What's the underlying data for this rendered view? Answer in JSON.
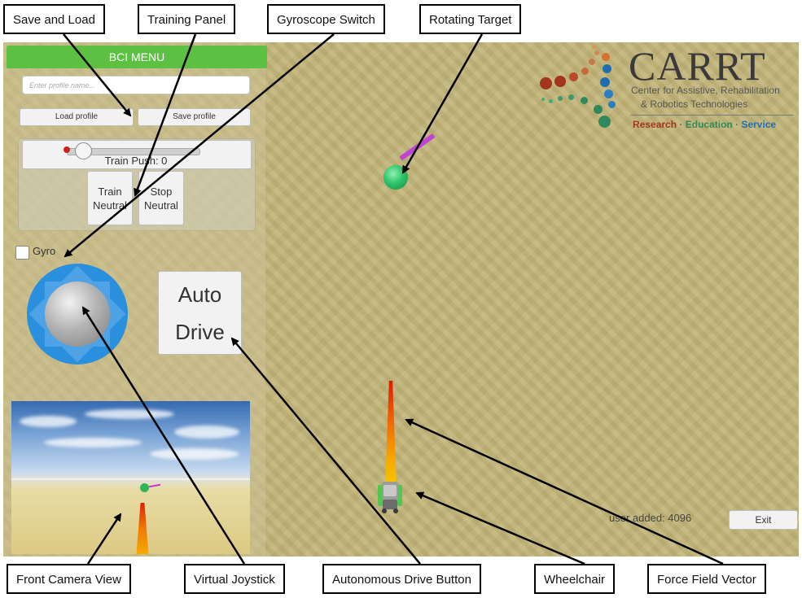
{
  "callouts": {
    "save_load": "Save and Load",
    "training_panel": "Training Panel",
    "gyro_switch": "Gyroscope Switch",
    "rotating_target": "Rotating Target",
    "front_camera": "Front Camera View",
    "virtual_joystick": "Virtual Joystick",
    "auto_drive_button": "Autonomous  Drive Button",
    "wheelchair": "Wheelchair",
    "force_field_vector": "Force Field Vector"
  },
  "bci_menu": {
    "title": "BCI MENU",
    "profile_placeholder": "Enter profile name...",
    "load_profile": "Load profile",
    "save_profile": "Save profile",
    "train_push": "Train Push: 0",
    "train_neutral": "Train Neutral",
    "stop_neutral": "Stop Neutral",
    "gyro_label": "Gyro",
    "gyro_checked": false
  },
  "auto_drive": {
    "line1": "Auto",
    "line2": "Drive"
  },
  "logo": {
    "title": "CARRT",
    "subtitle_line1": "Center for Assistive, Rehabilitation",
    "subtitle_line2": "& Robotics Technologies",
    "tag_research": "Research",
    "tag_education": "Education",
    "tag_service": "Service",
    "sep": "·"
  },
  "status": {
    "user_added": "user added: 4096"
  },
  "exit_label": "Exit",
  "colors": {
    "menu_green": "#5cc142",
    "joystick_blue": "#2a8fdc",
    "target_green": "#2fc46a",
    "arm_magenta": "#c044d8",
    "research_red": "#a3341e",
    "education_green": "#2e8a5c",
    "service_blue": "#1f6fb0"
  }
}
